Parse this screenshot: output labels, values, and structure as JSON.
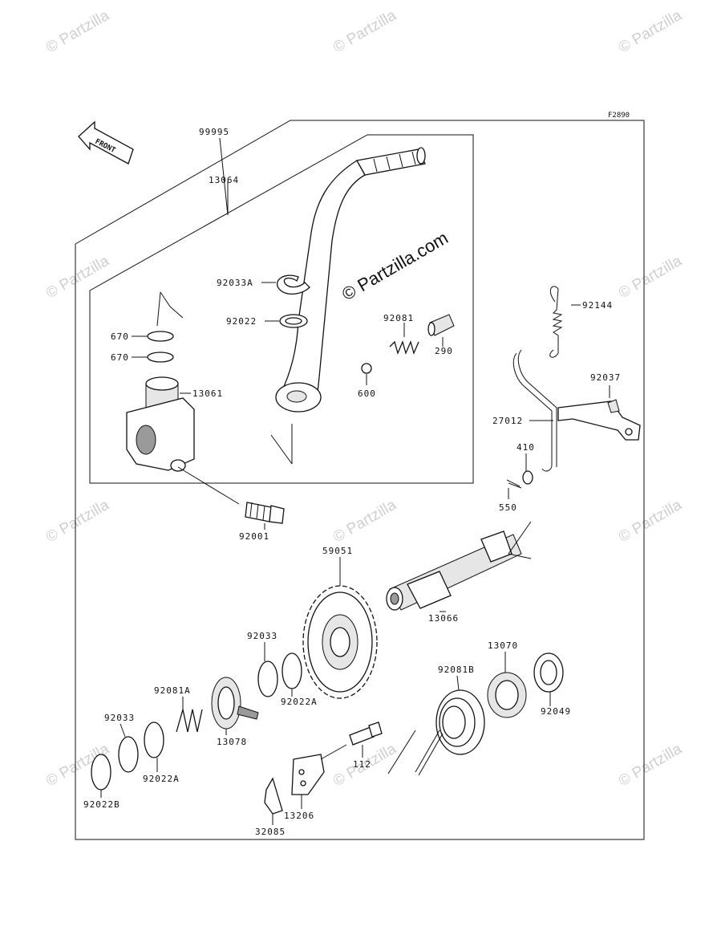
{
  "diagram": {
    "figure_code": "F2890",
    "front_label": "FRONT",
    "watermark": "© Partzilla",
    "watermark_center": "© Partzilla.com",
    "labels": {
      "p99995": "99995",
      "p13064": "13064",
      "p92033A": "92033A",
      "p92022_top": "92022",
      "p92081_top": "92081",
      "p290": "290",
      "p670_a": "670",
      "p670_b": "670",
      "p13061": "13061",
      "p600": "600",
      "p92001": "92001",
      "p92144": "92144",
      "p92037": "92037",
      "p27012": "27012",
      "p410": "410",
      "p550": "550",
      "p59051": "59051",
      "p13066": "13066",
      "p92033_mid": "92033",
      "p92022A_mid": "92022A",
      "p92081A": "92081A",
      "p13078": "13078",
      "p92033_low": "92033",
      "p92022A_low": "92022A",
      "p92022B": "92022B",
      "p13070": "13070",
      "p92081B": "92081B",
      "p92049": "92049",
      "p112": "112",
      "p13206": "13206",
      "p32085": "32085"
    }
  }
}
